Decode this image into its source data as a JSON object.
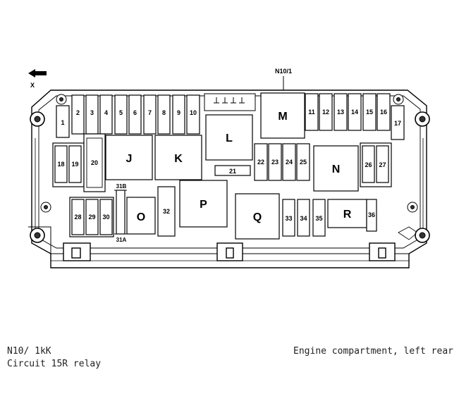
{
  "labels": {
    "arrow": "X",
    "component_id": "N10/1",
    "fuses": {
      "f1": "1",
      "f2": "2",
      "f3": "3",
      "f4": "4",
      "f5": "5",
      "f6": "6",
      "f7": "7",
      "f8": "8",
      "f9": "9",
      "f10": "10",
      "f11": "11",
      "f12": "12",
      "f13": "13",
      "f14": "14",
      "f15": "15",
      "f16": "16",
      "f17": "17",
      "f18": "18",
      "f19": "19",
      "f20": "20",
      "f21": "21",
      "f22": "22",
      "f23": "23",
      "f24": "24",
      "f25": "25",
      "f26": "26",
      "f27": "27",
      "f28": "28",
      "f29": "29",
      "f30": "30",
      "f31a": "31A",
      "f31b": "31B",
      "f32": "32",
      "f33": "33",
      "f34": "34",
      "f35": "35",
      "f36": "36"
    },
    "relays": {
      "J": "J",
      "K": "K",
      "L": "L",
      "M": "M",
      "N": "N",
      "O": "O",
      "P": "P",
      "Q": "Q",
      "R": "R"
    }
  },
  "caption": {
    "code": "N10/ 1kK",
    "name": "Circuit 15R relay",
    "location": "Engine compartment, left rear"
  }
}
